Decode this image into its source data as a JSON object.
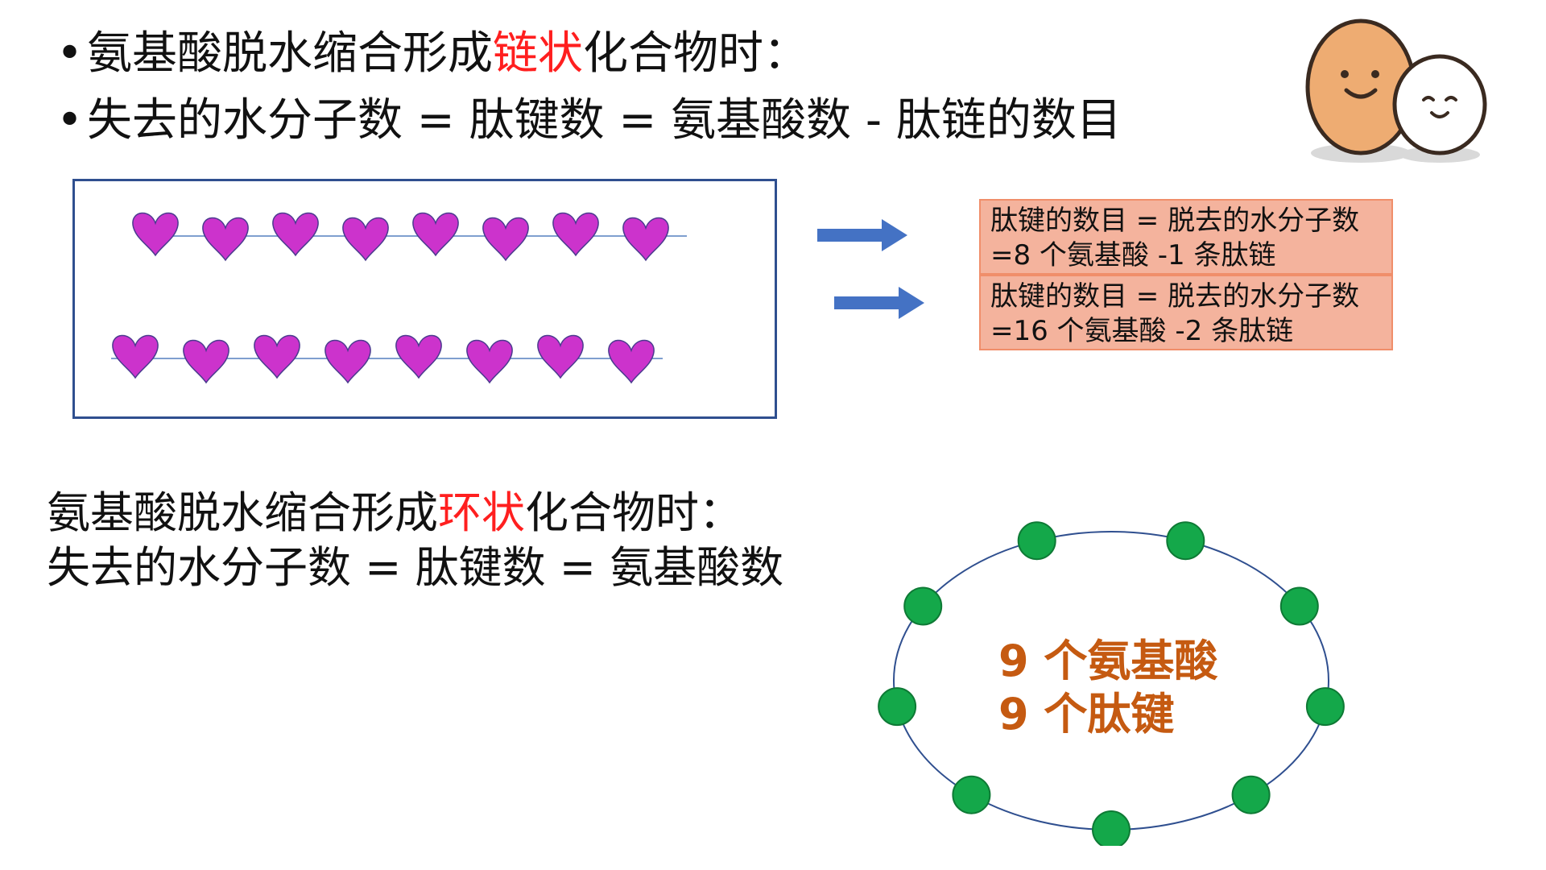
{
  "chain_section": {
    "line1_prefix": "氨基酸脱水缩合形成",
    "line1_highlight": "链状",
    "line1_suffix": "化合物时：",
    "line2": "失去的水分子数 = 肽键数 = 氨基酸数 - 肽链的数目",
    "bullet": "•"
  },
  "formula_boxes": [
    {
      "line1": "肽键的数目 = 脱去的水分子数",
      "line2": "=8 个氨基酸 -1 条肽链"
    },
    {
      "line1": "肽键的数目 = 脱去的水分子数",
      "line2": "=16 个氨基酸 -2 条肽链"
    }
  ],
  "diagram": {
    "chains": [
      {
        "amino_acids": 8
      },
      {
        "amino_acids": 8
      }
    ],
    "ring_amino_acids": 9,
    "colors": {
      "heart": "#cc33cc",
      "ring_node": "#14a84a",
      "box_border": "#2f4f8f",
      "arrow": "#4472c4",
      "highlight": "#ff1f1f",
      "ring_label": "#c55a11"
    }
  },
  "cyclic_section": {
    "line1_prefix": "氨基酸脱水缩合形成",
    "line1_highlight": "环状",
    "line1_suffix": "化合物时：",
    "line2": "失去的水分子数 = 肽键数 = 氨基酸数"
  },
  "ring_labels": {
    "amino_acids": "9 个氨基酸",
    "peptide_bonds": "9 个肽键"
  },
  "decoration": {
    "icon": "egg-characters-icon"
  }
}
